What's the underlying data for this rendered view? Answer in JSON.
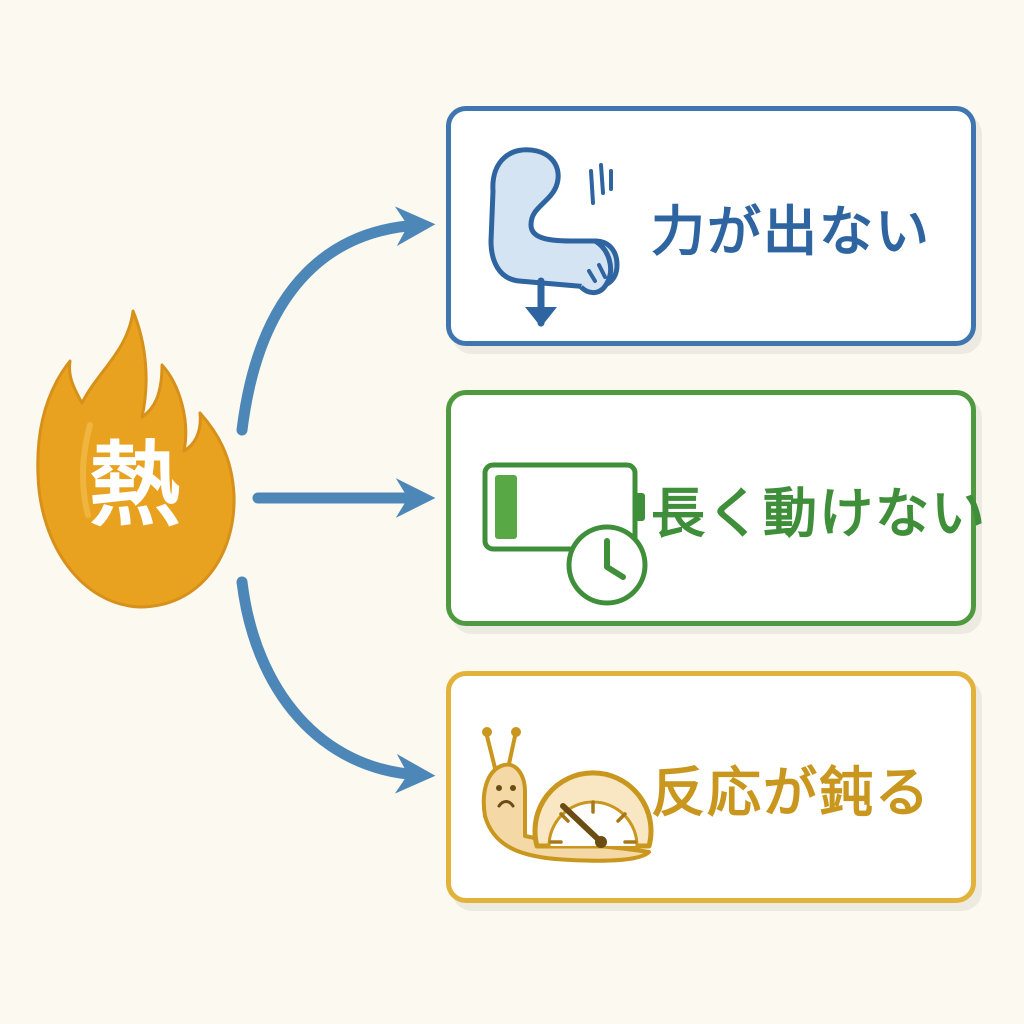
{
  "source": {
    "label": "熱",
    "icon": "flame-icon",
    "color": "#e9a21f"
  },
  "connector_color": "#4d87b8",
  "effects": [
    {
      "label": "力が出ない",
      "icon": "weak-arm-icon",
      "color": "#2e64a0"
    },
    {
      "label": "長く動けない",
      "icon": "low-battery-clock-icon",
      "color": "#3f8f3a"
    },
    {
      "label": "反応が鈍る",
      "icon": "snail-speedometer-icon",
      "color": "#c9961e"
    }
  ]
}
